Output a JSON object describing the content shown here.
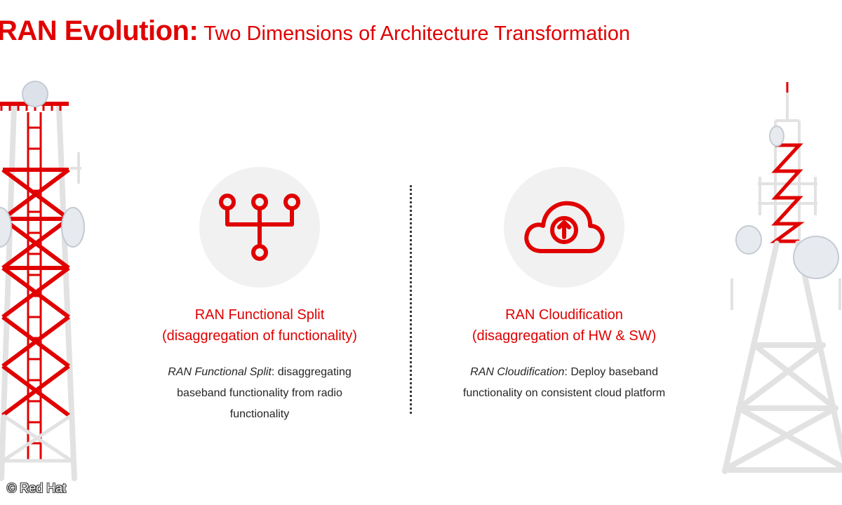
{
  "title": {
    "main": "RAN Evolution:",
    "subtitle": "Two Dimensions of Architecture Transformation"
  },
  "left_panel": {
    "icon": "branching-split-icon",
    "heading_line1": "RAN Functional Split",
    "heading_line2": "(disaggregation of functionality)",
    "body_term": "RAN Functional Split",
    "body_rest": ": disaggregating baseband functionality from radio functionality"
  },
  "right_panel": {
    "icon": "cloud-upload-icon",
    "heading_line1": "RAN Cloudification",
    "heading_line2": "(disaggregation of HW & SW)",
    "body_term": "RAN Cloudification",
    "body_rest": ": Deploy baseband functionality on consistent cloud platform"
  },
  "credit": "© Red Hat",
  "colors": {
    "accent": "#e00000",
    "icon_background": "#f1f1f1",
    "tower_structure": "#e2e2e2",
    "body_text": "#252525"
  }
}
